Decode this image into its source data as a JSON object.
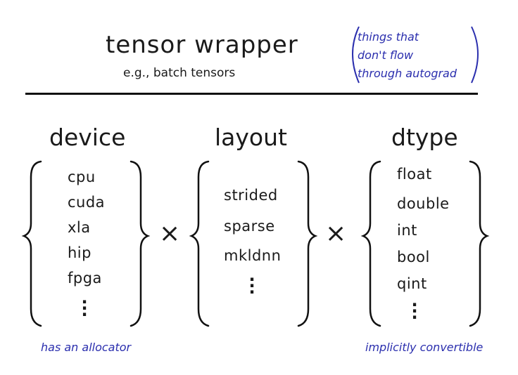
{
  "header": {
    "title": "tensor wrapper",
    "subtitle": "e.g., batch tensors",
    "note_lines": [
      "things that",
      "don't flow",
      "through autograd"
    ]
  },
  "groups": [
    {
      "label": "device",
      "items": [
        "cpu",
        "cuda",
        "xla",
        "hip",
        "fpga"
      ],
      "footnote": "has an allocator"
    },
    {
      "label": "layout",
      "items": [
        "strided",
        "sparse",
        "mkldnn"
      ],
      "footnote": ""
    },
    {
      "label": "dtype",
      "items": [
        "float",
        "double",
        "int",
        "bool",
        "qint"
      ],
      "footnote": "implicitly convertible"
    }
  ],
  "operators": [
    "×",
    "×"
  ],
  "colors": {
    "ink": "#1a1a1a",
    "annotation": "#2b2fae"
  }
}
